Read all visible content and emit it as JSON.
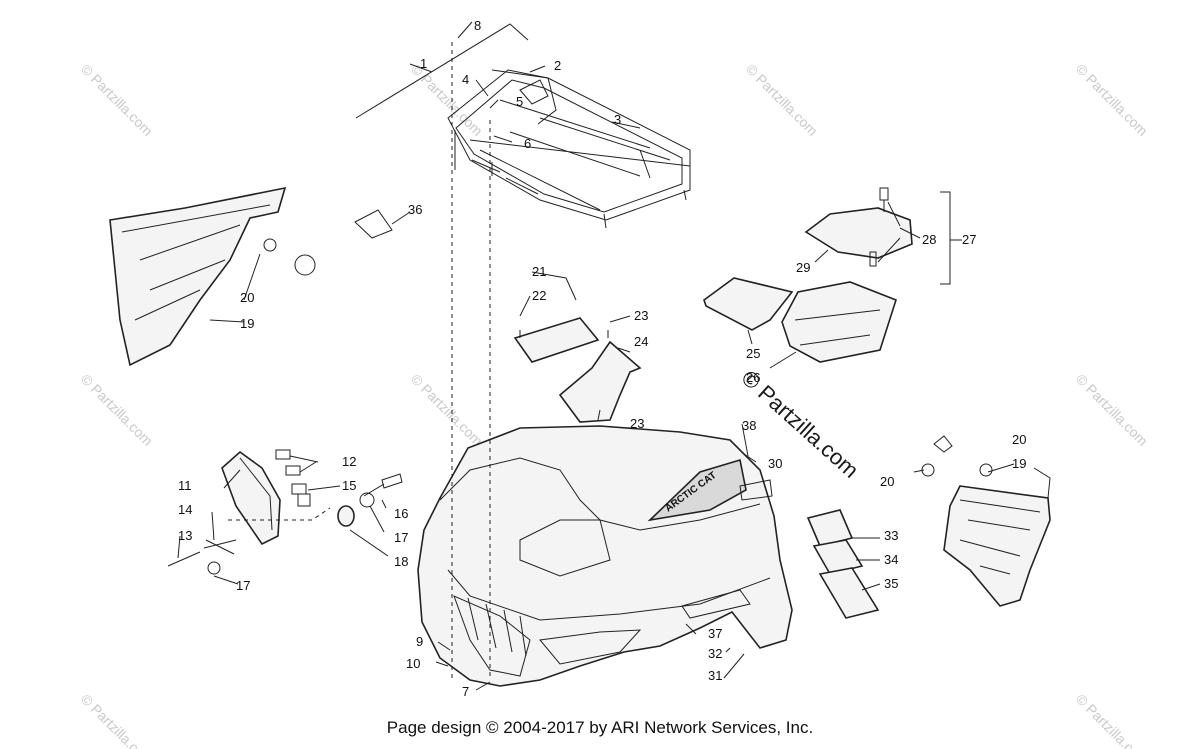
{
  "footer": "Page design © 2004-2017 by ARI Network Services, Inc.",
  "watermark": {
    "large": "© Partzilla.com",
    "small": "© Partzilla.com"
  },
  "callouts": [
    "1",
    "2",
    "3",
    "4",
    "5",
    "6",
    "7",
    "8",
    "9",
    "10",
    "11",
    "12",
    "13",
    "14",
    "15",
    "16",
    "17",
    "17",
    "18",
    "19",
    "19",
    "20",
    "20",
    "20",
    "21",
    "22",
    "23",
    "23",
    "24",
    "25",
    "26",
    "27",
    "28",
    "29",
    "30",
    "31",
    "32",
    "33",
    "34",
    "35",
    "36",
    "37",
    "38"
  ],
  "decal_text": "ARCTIC CAT",
  "colors": {
    "line": "#222222",
    "watermark": "#c9c9c9",
    "fill": "#f4f4f4"
  }
}
